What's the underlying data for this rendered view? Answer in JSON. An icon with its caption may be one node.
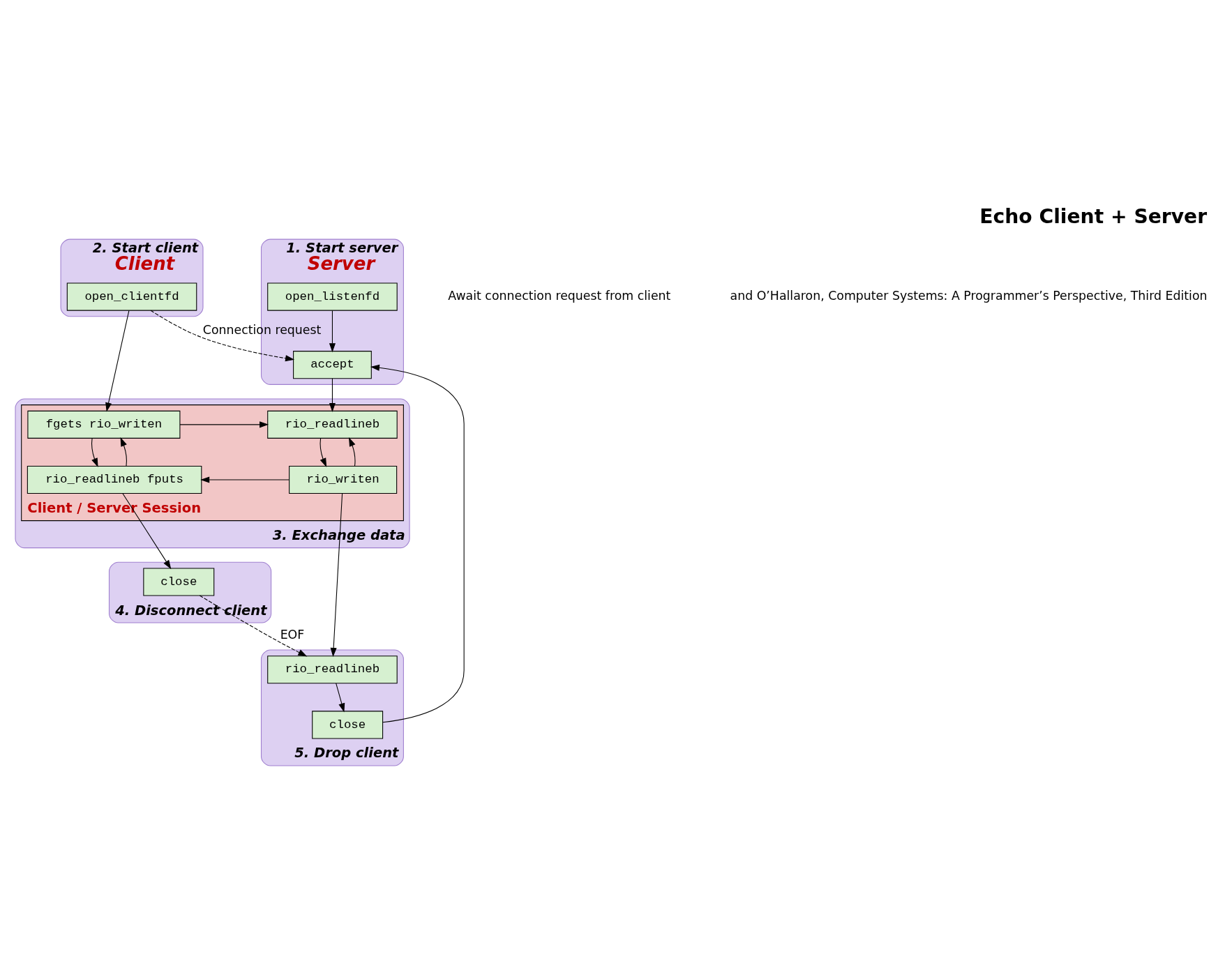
{
  "diagram": {
    "title": "Echo Client + Server",
    "nodes": [
      {
        "text": [
          "2. Start client",
          "Client"
        ]
      },
      {
        "text": [
          "open_clientfd"
        ],
        "in": 0
      },
      {
        "text": [
          "1. Start server",
          "Server"
        ]
      },
      {
        "text": [
          "open_listenfd"
        ],
        "in": 2
      },
      {
        "text": [
          "accept"
        ],
        "in": 2
      },
      {
        "text": [
          "3. Exchange data"
        ]
      },
      {
        "text": [],
        "shape": "box",
        "in": 5,
        "beside": [
          "Client / Server Session"
        ]
      },
      {
        "text": [
          "fgets rio_writen"
        ],
        "in": 6
      },
      {
        "text": [
          "rio_readlineb"
        ],
        "in": 6
      },
      {
        "text": [
          "rio_readlineb fputs"
        ],
        "in": 6
      },
      {
        "text": [
          "rio_writen"
        ],
        "in": 6
      },
      {
        "text": [
          "4. Disconnect client"
        ]
      },
      {
        "text": [
          "close"
        ],
        "in": 11
      },
      {
        "text": [
          "5. Drop client"
        ]
      },
      {
        "text": [
          "rio_readlineb"
        ],
        "in": 13
      },
      {
        "text": [
          "close"
        ],
        "in": 13
      }
    ],
    "edges": [
      {
        "from": 3,
        "to": 4,
        "arrow": "to"
      },
      {
        "from": 1,
        "to": 4,
        "arrow": "to",
        "label": "Connection request",
        "style": "dashed"
      },
      {
        "from": 1,
        "to": 7,
        "arrow": "to"
      },
      {
        "from": 4,
        "to": 8,
        "arrow": "to"
      },
      {
        "from": 7,
        "to": 8,
        "arrow": "to"
      },
      {
        "from": 7,
        "to": 9,
        "arrow": "to"
      },
      {
        "from": 9,
        "to": 7,
        "arrow": "to"
      },
      {
        "from": 8,
        "to": 10,
        "arrow": "to"
      },
      {
        "from": 10,
        "to": 8,
        "arrow": "to"
      },
      {
        "from": 10,
        "to": 9,
        "arrow": "to"
      },
      {
        "from": 9,
        "to": 12,
        "arrow": "to"
      },
      {
        "from": 10,
        "to": 14,
        "arrow": "to"
      },
      {
        "from": 12,
        "to": 14,
        "arrow": "to",
        "label": "EOF",
        "style": "dashed"
      },
      {
        "from": 14,
        "to": 15,
        "arrow": "to"
      },
      {
        "from": 15,
        "to": 4,
        "arrow": "to"
      }
    ],
    "labels": [
      "Await connection request from client",
      "and O’Hallaron, Computer Systems: A Programmer’s Perspective, Third Edition"
    ]
  }
}
